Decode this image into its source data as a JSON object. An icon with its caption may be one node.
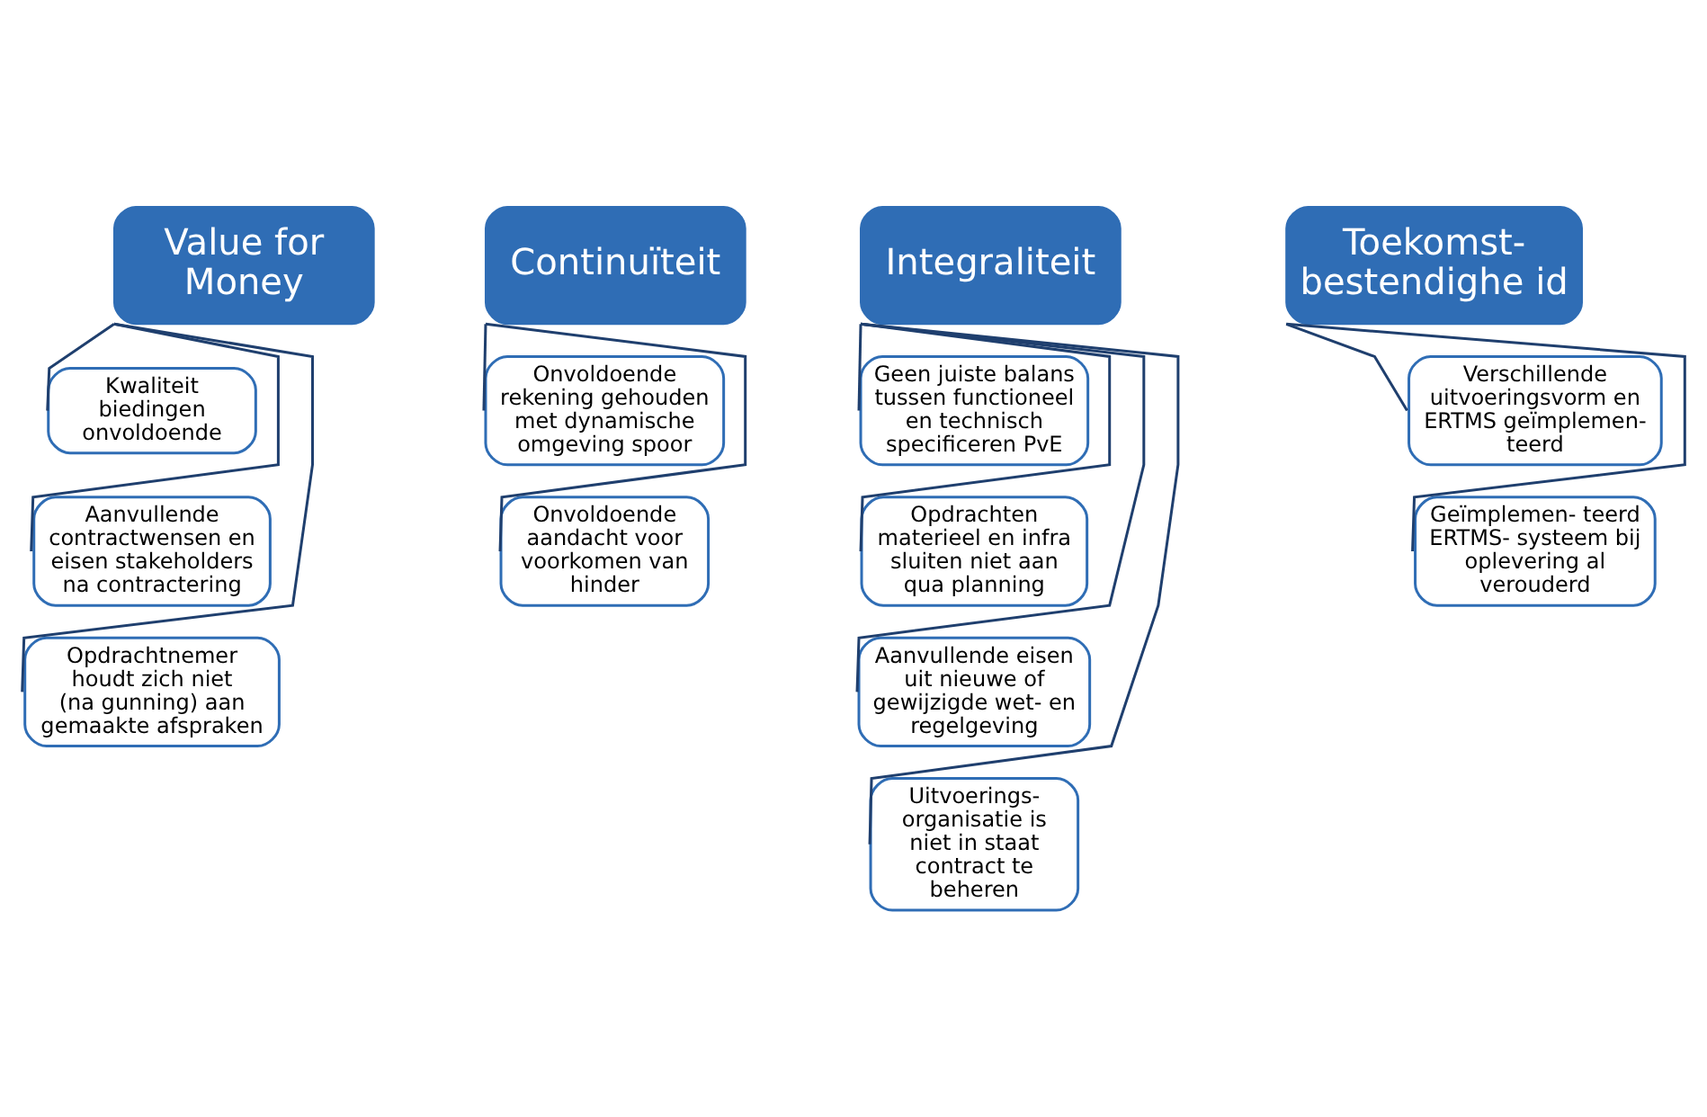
{
  "diagram": {
    "nodes": [
      {
        "text": [
          "Value for Money"
        ]
      },
      {
        "text": [
          "Kwaliteit biedingen onvoldoende"
        ]
      },
      {
        "text": [
          "Aanvullende contractwensen en eisen stakeholders na contractering"
        ]
      },
      {
        "text": [
          "Opdrachtnemer houdt zich niet (na gunning) aan gemaakte afspraken"
        ]
      },
      {
        "text": [
          "Continuïteit"
        ]
      },
      {
        "text": [
          "Onvoldoende rekening gehouden met dynamische omgeving spoor"
        ]
      },
      {
        "text": [
          "Onvoldoende aandacht voor voorkomen van hinder"
        ]
      },
      {
        "text": [
          "Integraliteit"
        ]
      },
      {
        "text": [
          "Geen juiste balans tussen functioneel en technisch specificeren PvE"
        ]
      },
      {
        "text": [
          "Opdrachten materieel en infra sluiten niet aan qua planning"
        ]
      },
      {
        "text": [
          "Aanvullende eisen uit nieuwe of gewijzigde wet- en regelgeving"
        ]
      },
      {
        "text": [
          "Uitvoerings- organisatie is niet in staat contract te beheren"
        ]
      },
      {
        "text": [
          "Toekomst- bestendighe id"
        ]
      },
      {
        "text": [
          "Verschillende uitvoeringsvorm en ERTMS geïmplemen- teerd"
        ]
      },
      {
        "text": [
          "Geïmplemen- teerd ERTMS- systeem bij oplevering al verouderd"
        ]
      }
    ],
    "edges": [
      {
        "from": 0,
        "to": 1,
        "arrow": "none"
      },
      {
        "from": 0,
        "to": 2,
        "arrow": "none"
      },
      {
        "from": 0,
        "to": 3,
        "arrow": "none"
      },
      {
        "from": 4,
        "to": 5,
        "arrow": "none"
      },
      {
        "from": 4,
        "to": 6,
        "arrow": "none"
      },
      {
        "from": 7,
        "to": 8,
        "arrow": "none"
      },
      {
        "from": 7,
        "to": 9,
        "arrow": "none"
      },
      {
        "from": 7,
        "to": 10,
        "arrow": "none"
      },
      {
        "from": 7,
        "to": 11,
        "arrow": "none"
      },
      {
        "from": 12,
        "to": 13,
        "arrow": "none"
      },
      {
        "from": 12,
        "to": 14,
        "arrow": "none"
      }
    ]
  }
}
